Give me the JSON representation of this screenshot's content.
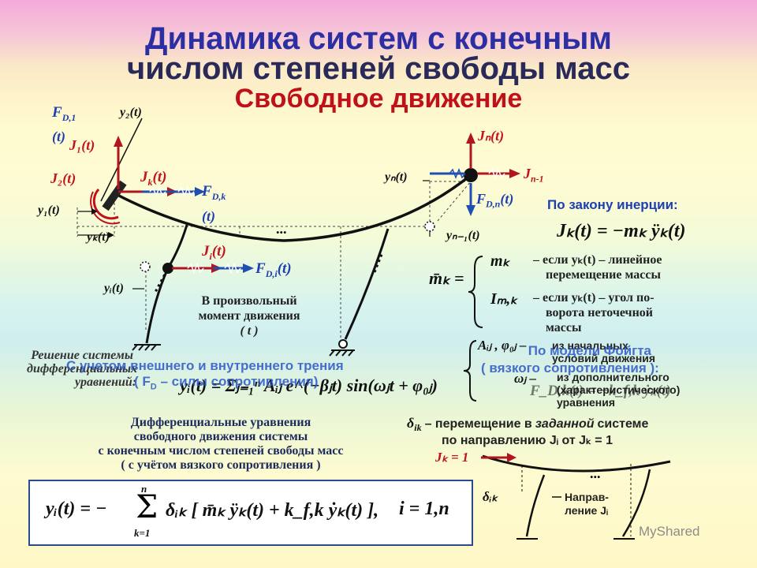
{
  "title": {
    "line1": "Динамика систем с конечным",
    "line2": "числом степеней свободы масс",
    "line3": "Свободное движение"
  },
  "diagram": {
    "fd1": "F",
    "fd1_sub": "D,1",
    "fd1_t": "(t)",
    "y2": "y₂(t)",
    "j1": "J₁(t)",
    "j2": "J₂(t)",
    "jk": "J",
    "jk_sub": "k",
    "jk_t": "(t)",
    "fdk": "F",
    "fdk_sub": "D,k",
    "fdk_t": "(t)",
    "y1": "y₁(t)",
    "yk": "yₖ(t)",
    "ji": "J",
    "ji_sub": "i",
    "ji_t": "(t)",
    "fdi": "F",
    "fdi_sub": "D,i",
    "fdi_t": "(t)",
    "yi": "yᵢ(t)",
    "jn": "Jₙ(t)",
    "yn": "yₙ(t)",
    "jn1": "J",
    "jn1_sub": "n-1",
    "fdn": "F",
    "fdn_sub": "D,n",
    "fdn_t": "(t)",
    "yn1": "yₙ₋₁(t)",
    "dots": "...",
    "moment_text": [
      "В произвольный",
      "момент движения",
      "( t )"
    ]
  },
  "inertia": {
    "heading": "По закону инерции:",
    "formula": "Jₖ(t) = −mₖ ÿₖ(t)",
    "mk_symbol": "m̄ₖ =",
    "case1_sym": "mₖ",
    "case1_text": [
      "– если yₖ(t) – линейное",
      "перемещение массы"
    ],
    "case2_sym": "Iₘ,ₖ",
    "case2_text": [
      "– если yₖ(t) – угол по-",
      "ворота неточечной",
      "массы"
    ]
  },
  "solution": {
    "label": [
      "Решение системы",
      "дифференциальных",
      "уравнений:"
    ],
    "formula": "yᵢ(t) = Σⱼ₌₁ⁿ Aᵢⱼ e^(−βⱼt) sin(ωⱼt + φ₀ⱼ)",
    "overlay": [
      "С учетом внешнего и внутреннего трения",
      "( F",
      "D",
      " – силы сопротивления)"
    ],
    "aij": "Aᵢⱼ , φ₀ⱼ –",
    "aij_text": [
      "из начальных",
      "условий движения"
    ],
    "omega": "ωⱼ –",
    "omega_text": [
      "из дополнительного",
      "(характеристического)",
      "уравнения"
    ],
    "voigt": [
      "По модели Фойгта",
      "( вязкого сопротивления ):"
    ],
    "fd_formula": "F_D,k(t) = −k_f,k ẏₖ(t)"
  },
  "equations": {
    "heading": [
      "Дифференциальные уравнения",
      "свободного движения системы",
      "с конечным числом степеней свободы масс",
      "( с учётом вязкого сопротивления )"
    ],
    "formula_lhs": "yᵢ(t) = −",
    "formula_sum": "Σ",
    "formula_sum_top": "n",
    "formula_sum_bottom": "k=1",
    "formula_rhs": "δᵢₖ [ m̄ₖ ÿₖ(t) + k_f,k ẏₖ(t) ],",
    "formula_index": "i = 1,n"
  },
  "delta": {
    "line1_sym": "δ",
    "line1_sub": "ik",
    "line1_text": "– перемещение в",
    "line1_ital": "заданной",
    "line1_end": "системе",
    "line2": "по направлению Jᵢ от Jₖ = 1",
    "jk1": "Jₖ = 1",
    "dik": "δᵢₖ",
    "napr": [
      "Направ-",
      "ление Jᵢ"
    ],
    "dots": "..."
  },
  "watermark": "MyShared"
}
